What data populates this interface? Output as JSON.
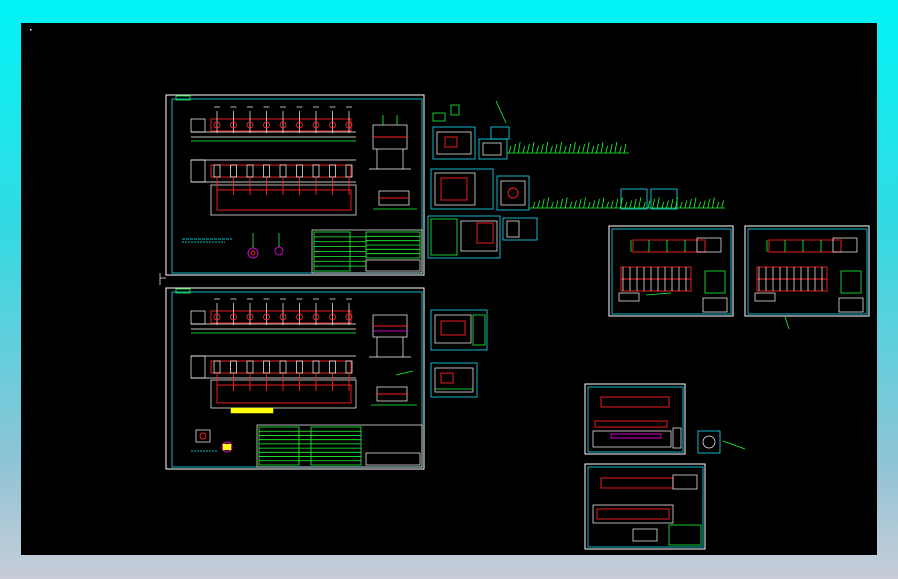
{
  "viewport": {
    "background_color": "#000000",
    "outer_gradient_top": "#00f4f6",
    "outer_gradient_bottom": "#c8cdd8"
  },
  "colors": {
    "sheet_border": "#ffffff",
    "frame_line": "#18e0ff",
    "annotation": "#19ff36",
    "part_outline": "#ff2020",
    "highlight": "#ff00ff",
    "mark": "#ffff00"
  },
  "sheets": [
    {
      "id": "main-assembly-upper"
    },
    {
      "id": "main-assembly-lower"
    },
    {
      "id": "detail-group-a"
    },
    {
      "id": "detail-group-b"
    },
    {
      "id": "frame-drawing-right-1"
    },
    {
      "id": "frame-drawing-right-2"
    },
    {
      "id": "frame-drawing-bottom-1"
    },
    {
      "id": "frame-drawing-bottom-2"
    }
  ]
}
